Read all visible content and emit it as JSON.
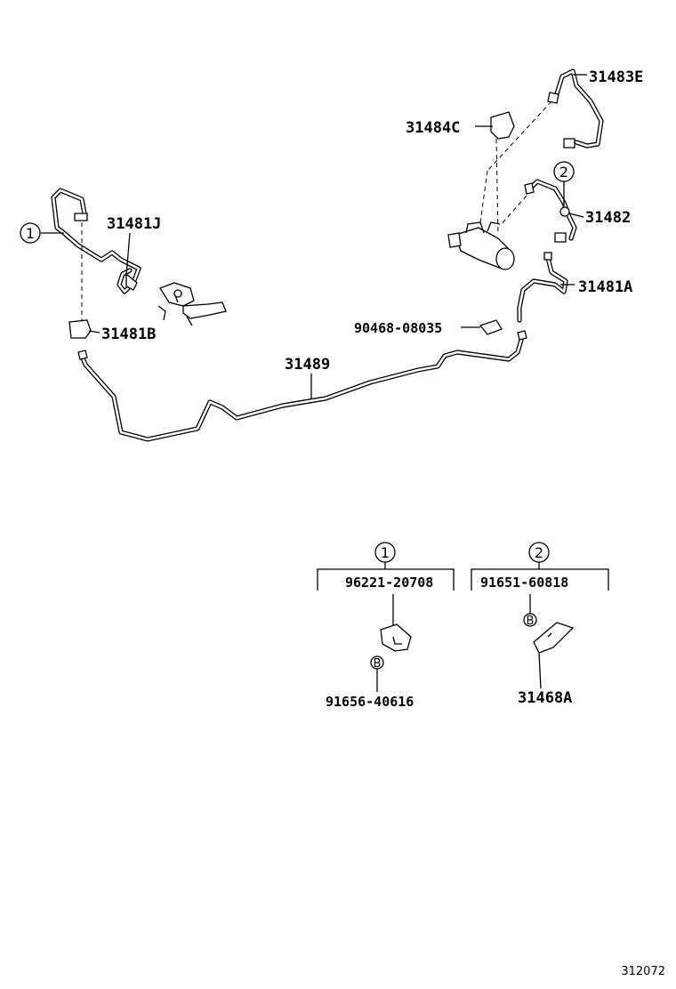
{
  "parts": {
    "p31483E": "31483E",
    "p31484C": "31484C",
    "p31482": "31482",
    "p31481J": "31481J",
    "p31481A": "31481A",
    "p90468": "90468-08035",
    "p31481B": "31481B",
    "p31489": "31489"
  },
  "refs": {
    "one": "1",
    "two": "2"
  },
  "group1": {
    "ref": "1",
    "part_top": "96221-20708",
    "part_bottom": "91656-40616",
    "bolt_mark": "B"
  },
  "group2": {
    "ref": "2",
    "part_top": "91651-60818",
    "part_bottom": "31468A",
    "bolt_mark": "B"
  },
  "diagram_id": "312072"
}
